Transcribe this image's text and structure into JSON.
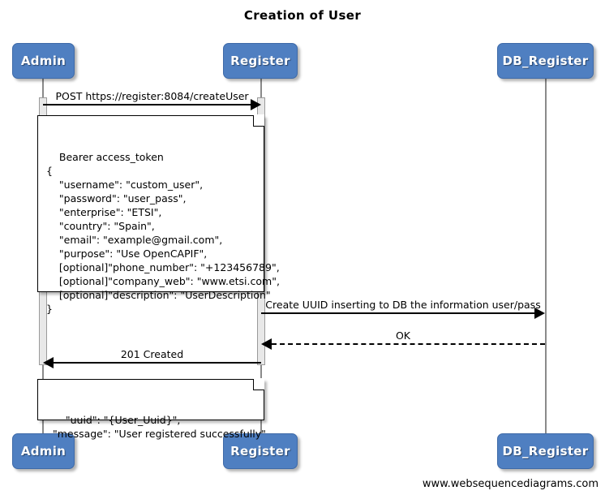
{
  "diagram": {
    "title": "Creation of User",
    "watermark": "www.websequencediagrams.com",
    "colors": {
      "participant_fill": "#4f7fc1",
      "participant_text": "#ffffff",
      "lifeline": "#8a8a8a",
      "activation_fill": "#e8e8e8",
      "line": "#000000",
      "note_fill": "#ffffff",
      "background": "#ffffff"
    },
    "participants": [
      {
        "id": "admin",
        "label": "Admin"
      },
      {
        "id": "register",
        "label": "Register"
      },
      {
        "id": "db_register",
        "label": "DB_Register"
      }
    ],
    "participants_bottom": [
      {
        "id": "admin",
        "label": "Admin"
      },
      {
        "id": "register",
        "label": "Register"
      },
      {
        "id": "db_register",
        "label": "DB_Register"
      }
    ],
    "messages": [
      {
        "id": "m1",
        "from": "admin",
        "to": "register",
        "label": "POST https://register:8084/createUser",
        "style": "solid",
        "direction": "right"
      },
      {
        "id": "m2",
        "from": "register",
        "to": "db_register",
        "label": "Create UUID inserting to DB the information user/pass",
        "style": "solid",
        "direction": "right"
      },
      {
        "id": "m3",
        "from": "db_register",
        "to": "register",
        "label": "OK",
        "style": "dashed",
        "direction": "left"
      },
      {
        "id": "m4",
        "from": "register",
        "to": "admin",
        "label": "201 Created",
        "style": "solid",
        "direction": "left"
      }
    ],
    "notes": [
      {
        "id": "note_request",
        "attached_to": "m1",
        "text": "Bearer access_token\n{\n    \"username\": \"custom_user\",\n    \"password\": \"user_pass\",\n    \"enterprise\": \"ETSI\",\n    \"country\": \"Spain\",\n    \"email\": \"example@gmail.com\",\n    \"purpose\": \"Use OpenCAPIF\",\n    [optional]\"phone_number\": \"+123456789\",\n    [optional]\"company_web\": \"www.etsi.com\",\n    [optional]\"description\": \"UserDescription\"\n}"
      },
      {
        "id": "note_response",
        "attached_to": "m4",
        "text": "  \"uuid\": \"{User_Uuid}\",\n  \"message\": \"User registered successfully\""
      }
    ]
  }
}
